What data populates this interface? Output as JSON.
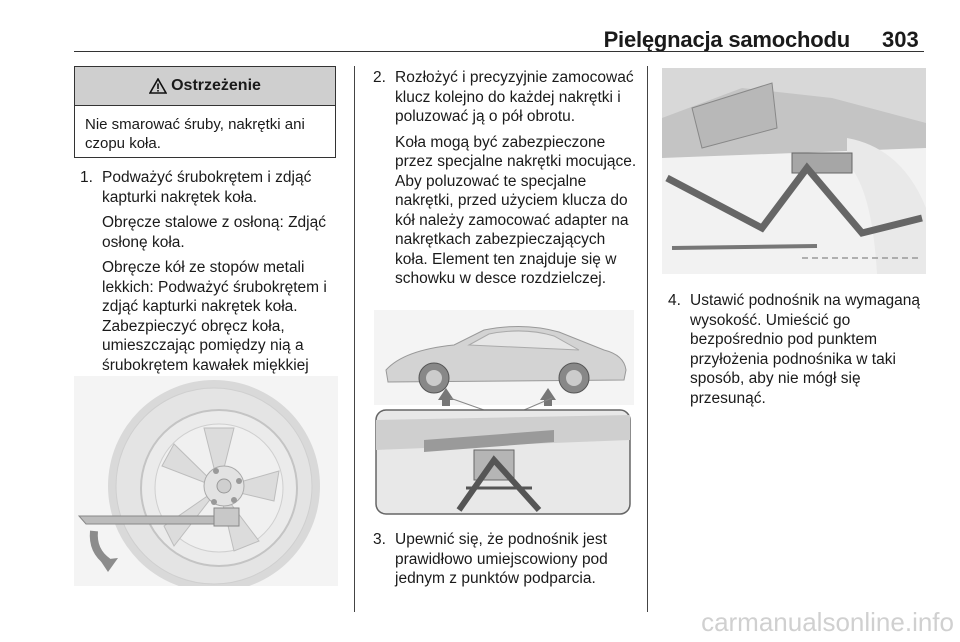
{
  "header": {
    "title": "Pielęgnacja samochodu",
    "page_number": "303"
  },
  "warning": {
    "title": "Ostrzeżenie",
    "text": "Nie smarować śruby, nakrętki ani czopu koła."
  },
  "steps": [
    {
      "number": "1.",
      "paragraphs": [
        "Podważyć śrubokrętem i zdjąć kapturki nakrętek koła.",
        "Obręcze stalowe z osłoną: Zdjąć osłonę koła.",
        "Obręcze kół ze stopów metali lekkich: Podważyć śrubokrętem i zdjąć kapturki nakrętek koła. Zabezpieczyć obręcz koła, umieszczając pomiędzy nią a śrubokrętem kawałek miękkiej tkaniny."
      ]
    },
    {
      "number": "2.",
      "paragraphs": [
        "Rozłożyć i precyzyjnie zamocować klucz kolejno do każdej nakrętki i poluzować ją o pół obrotu.",
        "Koła mogą być zabezpieczone przez specjalne nakrętki mocujące. Aby poluzować te specjalne nakrętki, przed użyciem klucza do kół należy zamocować adapter na nakrętkach zabezpieczających koła. Element ten znajduje się w schowku w desce rozdzielczej."
      ]
    },
    {
      "number": "3.",
      "paragraphs": [
        "Upewnić się, że podnośnik jest prawidłowo umiejscowiony pod jednym z punktów podparcia."
      ]
    },
    {
      "number": "4.",
      "paragraphs": [
        "Ustawić podnośnik na wymaganą wysokość. Umieścić go bezpośrednio pod punktem przyłożenia podnośnika w taki sposób, aby nie mógł się przesunąć."
      ]
    }
  ],
  "watermark": "carmanualsonline.info",
  "icons": {
    "warning": "warning-triangle-icon"
  }
}
